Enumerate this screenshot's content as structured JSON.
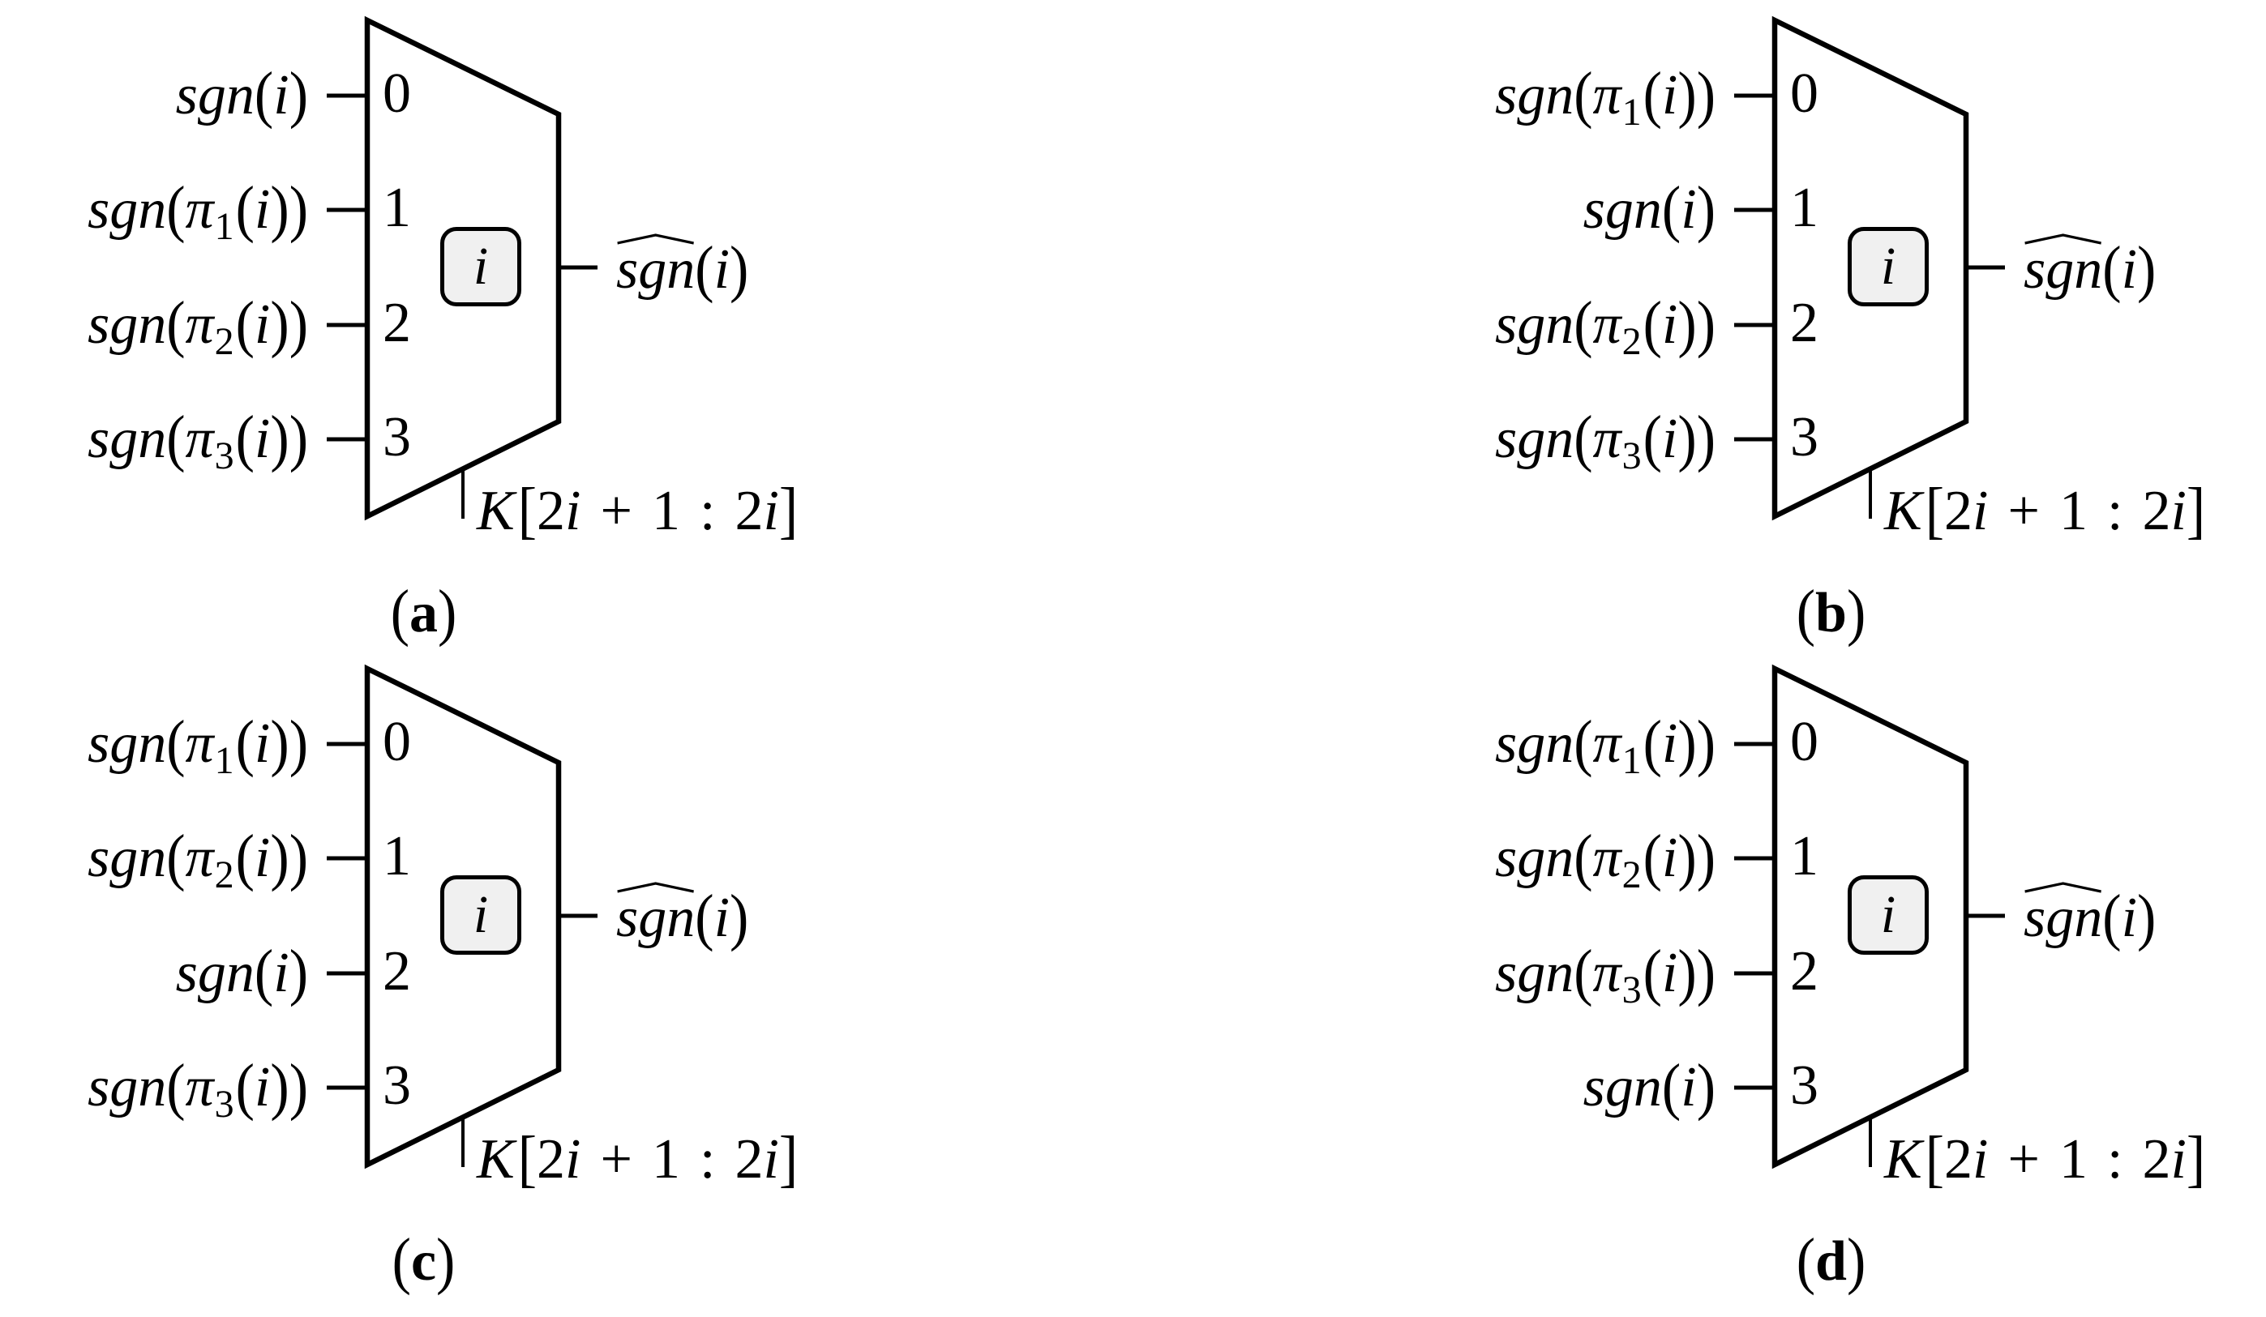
{
  "figure": {
    "box_fill": "#f0f0f0",
    "stroke_color": "#000000",
    "mux_select_symbol": "i",
    "output": {
      "func": "sgn",
      "hat": true,
      "arg": "i",
      "text": "ŝgn(i)"
    },
    "select": {
      "var": "K",
      "range": "2i + 1 : 2i",
      "text": "K[2i + 1 : 2i]"
    },
    "port_numbers": [
      "0",
      "1",
      "2",
      "3"
    ]
  },
  "panels": [
    {
      "id": "a",
      "caption": "a",
      "inputs": [
        {
          "port": "0",
          "text": "sgn(i)",
          "perm": null
        },
        {
          "port": "1",
          "text": "sgn(π1(i))",
          "perm": "1"
        },
        {
          "port": "2",
          "text": "sgn(π2(i))",
          "perm": "2"
        },
        {
          "port": "3",
          "text": "sgn(π3(i))",
          "perm": "3"
        }
      ]
    },
    {
      "id": "b",
      "caption": "b",
      "inputs": [
        {
          "port": "0",
          "text": "sgn(π1(i))",
          "perm": "1"
        },
        {
          "port": "1",
          "text": "sgn(i)",
          "perm": null
        },
        {
          "port": "2",
          "text": "sgn(π2(i))",
          "perm": "2"
        },
        {
          "port": "3",
          "text": "sgn(π3(i))",
          "perm": "3"
        }
      ]
    },
    {
      "id": "c",
      "caption": "c",
      "inputs": [
        {
          "port": "0",
          "text": "sgn(π1(i))",
          "perm": "1"
        },
        {
          "port": "1",
          "text": "sgn(π2(i))",
          "perm": "2"
        },
        {
          "port": "2",
          "text": "sgn(i)",
          "perm": null
        },
        {
          "port": "3",
          "text": "sgn(π3(i))",
          "perm": "3"
        }
      ]
    },
    {
      "id": "d",
      "caption": "d",
      "inputs": [
        {
          "port": "0",
          "text": "sgn(π1(i))",
          "perm": "1"
        },
        {
          "port": "1",
          "text": "sgn(π2(i))",
          "perm": "2"
        },
        {
          "port": "2",
          "text": "sgn(π3(i))",
          "perm": "3"
        },
        {
          "port": "3",
          "text": "sgn(i)",
          "perm": null
        }
      ]
    }
  ]
}
